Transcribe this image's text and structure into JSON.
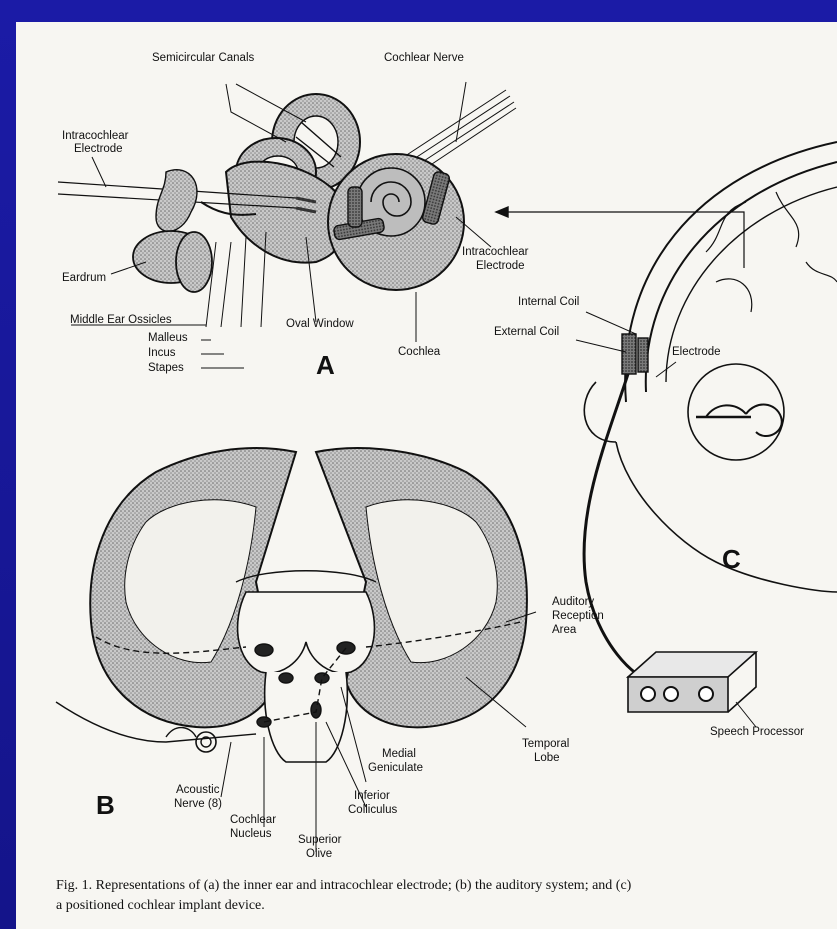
{
  "figure": {
    "panel_a": {
      "letter": "A",
      "labels": {
        "semicircular_canals": "Semicircular Canals",
        "cochlear_nerve": "Cochlear Nerve",
        "intracochlear_electrode_left_1": "Intracochlear",
        "intracochlear_electrode_left_2": "Electrode",
        "intracochlear_electrode_right_1": "Intracochlear",
        "intracochlear_electrode_right_2": "Electrode",
        "eardrum": "Eardrum",
        "middle_ear_ossicles": "Middle Ear Ossicles",
        "malleus": "Malleus",
        "incus": "Incus",
        "stapes": "Stapes",
        "oval_window": "Oval Window",
        "cochlea": "Cochlea"
      }
    },
    "panel_b": {
      "letter": "B",
      "labels": {
        "auditory_reception_area_1": "Auditory",
        "auditory_reception_area_2": "Reception",
        "auditory_reception_area_3": "Area",
        "temporal_lobe_1": "Temporal",
        "temporal_lobe_2": "Lobe",
        "medial_geniculate_1": "Medial",
        "medial_geniculate_2": "Geniculate",
        "inferior_colliculus_1": "Inferior",
        "inferior_colliculus_2": "Colliculus",
        "acoustic_nerve_1": "Acoustic",
        "acoustic_nerve_2": "Nerve (8)",
        "cochlear_nucleus_1": "Cochlear",
        "cochlear_nucleus_2": "Nucleus",
        "superior_olive_1": "Superior",
        "superior_olive_2": "Olive"
      }
    },
    "panel_c": {
      "letter": "C",
      "labels": {
        "internal_coil": "Internal Coil",
        "external_coil": "External Coil",
        "electrode": "Electrode",
        "speech_processor": "Speech Processor"
      }
    },
    "caption": {
      "line1": "Fig. 1. Representations of (a) the inner ear and intracochlear electrode; (b) the auditory system; and (c)",
      "line2": "a positioned cochlear implant device."
    }
  }
}
